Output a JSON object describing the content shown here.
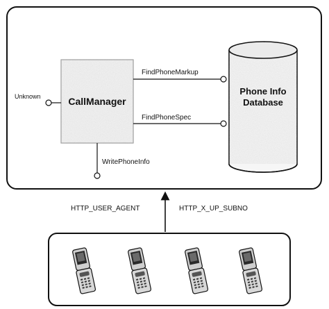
{
  "system_box": {
    "call_manager": {
      "title": "CallManager"
    },
    "database": {
      "line1": "Phone Info",
      "line2": "Database"
    },
    "interfaces": {
      "unknown": "Unknown",
      "find_phone_markup": "FindPhoneMarkup",
      "find_phone_spec": "FindPhoneSpec",
      "write_phone_info": "WritePhoneInfo"
    }
  },
  "connection": {
    "left_label": "HTTP_USER_AGENT",
    "right_label": "HTTP_X_UP_SUBNO"
  },
  "devices": {
    "count": 4,
    "kind": "flip-phone"
  }
}
